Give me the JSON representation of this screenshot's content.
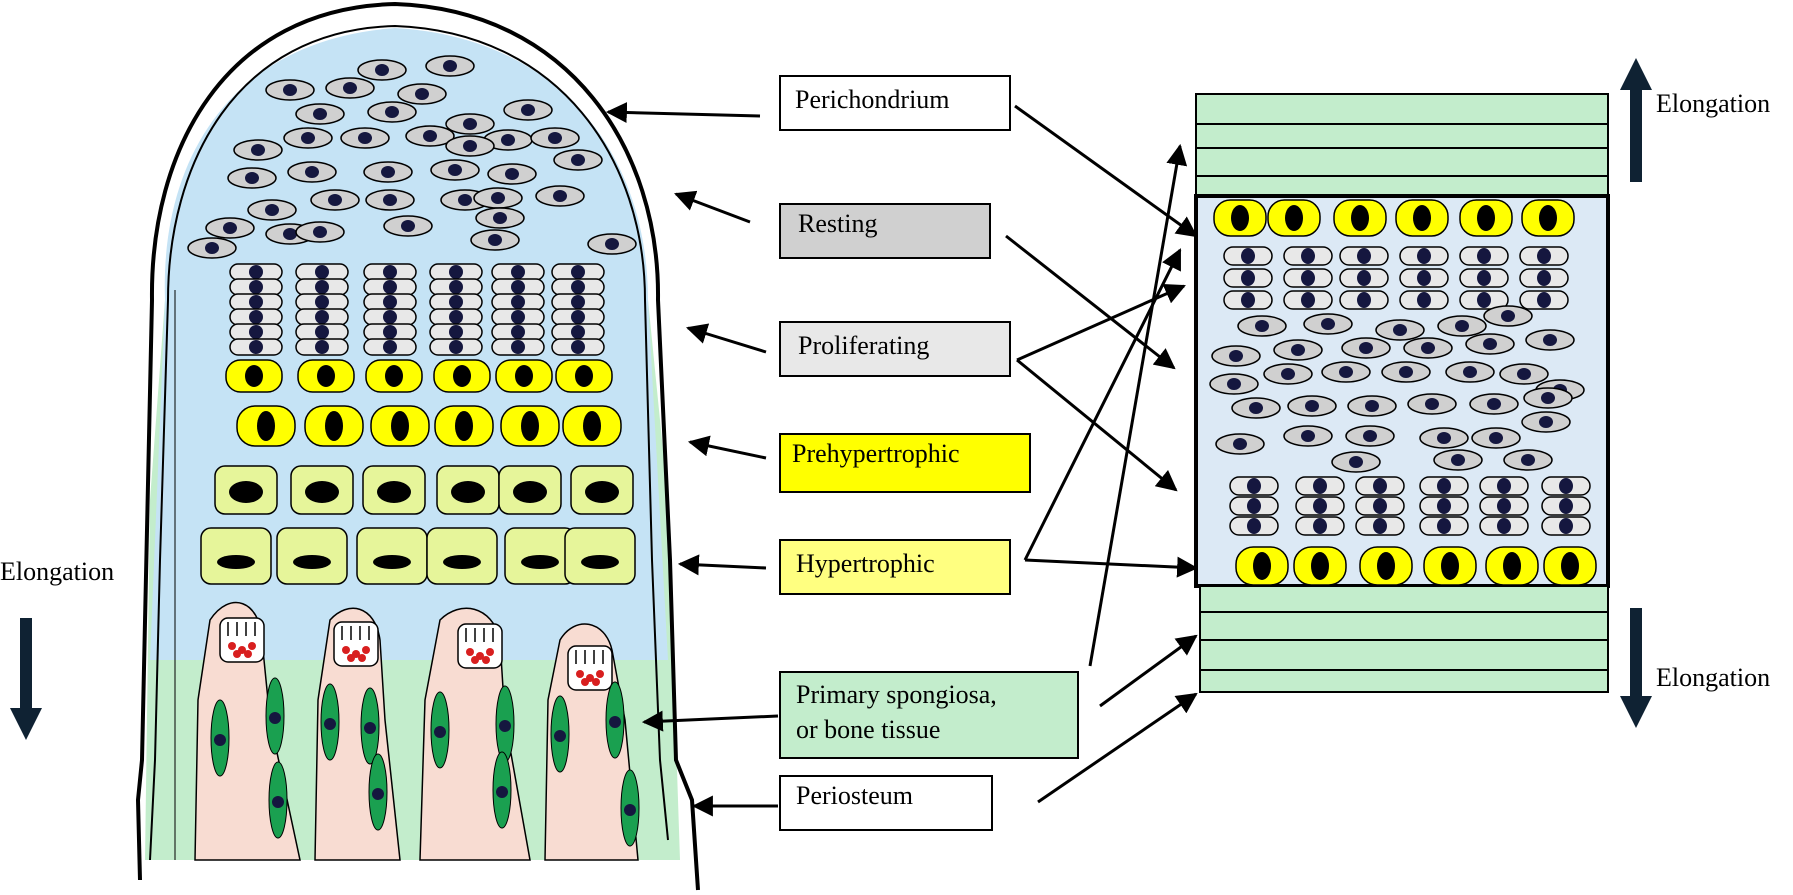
{
  "labels": {
    "perichondrium": "Perichondrium",
    "resting": "Resting",
    "proliferating": "Proliferating",
    "prehypertrophic": "Prehypertrophic",
    "hypertrophic": "Hypertrophic",
    "spongiosa_line1": "Primary spongiosa,",
    "spongiosa_line2": "or bone tissue",
    "periosteum": "Periosteum"
  },
  "elongation": {
    "left": "Elongation",
    "right_top": "Elongation",
    "right_bottom": "Elongation"
  },
  "colors": {
    "cartilage": "#c5e3f5",
    "bone_green": "#c3edcc",
    "resting": "#d0d0d0",
    "proliferating": "#e8e8e8",
    "prehypertrophic": "#ffff00",
    "hypertrophic": "#ffff80",
    "hypertrophic_cell": "#e6f59a",
    "spongiosa": "#c3edcc",
    "trabecula": "#f8dcd2",
    "nucleus": "#15173f",
    "osteocyte": "#1aa050",
    "red_cell": "#d81f1f"
  },
  "icons": {
    "arrow_up": "arrow-up-icon",
    "arrow_down": "arrow-down-icon"
  }
}
